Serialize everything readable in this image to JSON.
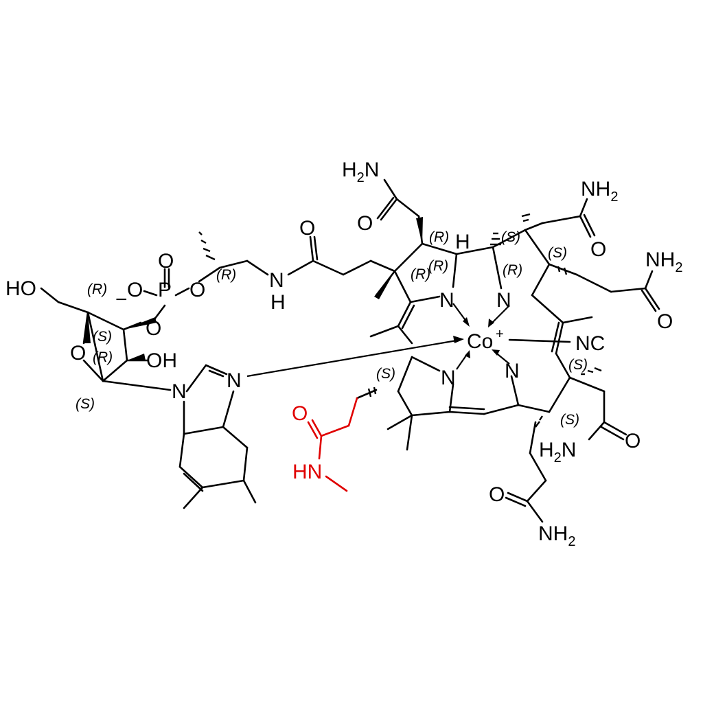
{
  "diagram": {
    "colors": {
      "default": "#000000",
      "highlight": "#e00000",
      "background": "#ffffff"
    },
    "atoms": {
      "h2n_top": "H2N",
      "o_top_amide": "O",
      "nh2_top_right": "NH2",
      "o_top_right_amide": "O",
      "nh2_right": "NH2",
      "o_right_amide": "O",
      "h_ring": "H",
      "o_phosphate_top": "O",
      "o_minus": "O",
      "minus_sign": "−",
      "p_atom": "P",
      "o_phosphate_right": "O",
      "o_phosphate_bottom": "O",
      "nh_linker_n": "N",
      "nh_linker_h": "H",
      "o_linker_amide": "O",
      "ho_left": "HO",
      "o_sugar_ring": "O",
      "oh_sugar": "OH",
      "n_benz_left": "N",
      "n_benz_right": "N",
      "n_ring_a": "N",
      "n_ring_b": "N",
      "n_ring_c": "N",
      "n_ring_d": "N",
      "co_center": "Co",
      "co_charge": "+",
      "nc_ligand": "NC",
      "o_red": "O",
      "hn_red": "HN",
      "h2n_bottom": "H2N",
      "o_bottom_right": "O",
      "o_bottom": "O",
      "nh2_bottom": "NH2"
    },
    "stereo_labels": {
      "r_top_left": "(R)",
      "s_top_mid": "(S)",
      "r_ring_a1": "(R)",
      "r_ring_a2": "(R)",
      "r_ring_b": "(R)",
      "s_ring_b": "(S)",
      "r_linker": "(R)",
      "r_sugar_top": "(R)",
      "s_sugar_mid": "(S)",
      "r_sugar_mid2": "(R)",
      "s_sugar_bottom": "(S)",
      "s_ring_d": "(S)",
      "s_ring_c": "(S)",
      "s_ring_c2": "(S)"
    }
  }
}
